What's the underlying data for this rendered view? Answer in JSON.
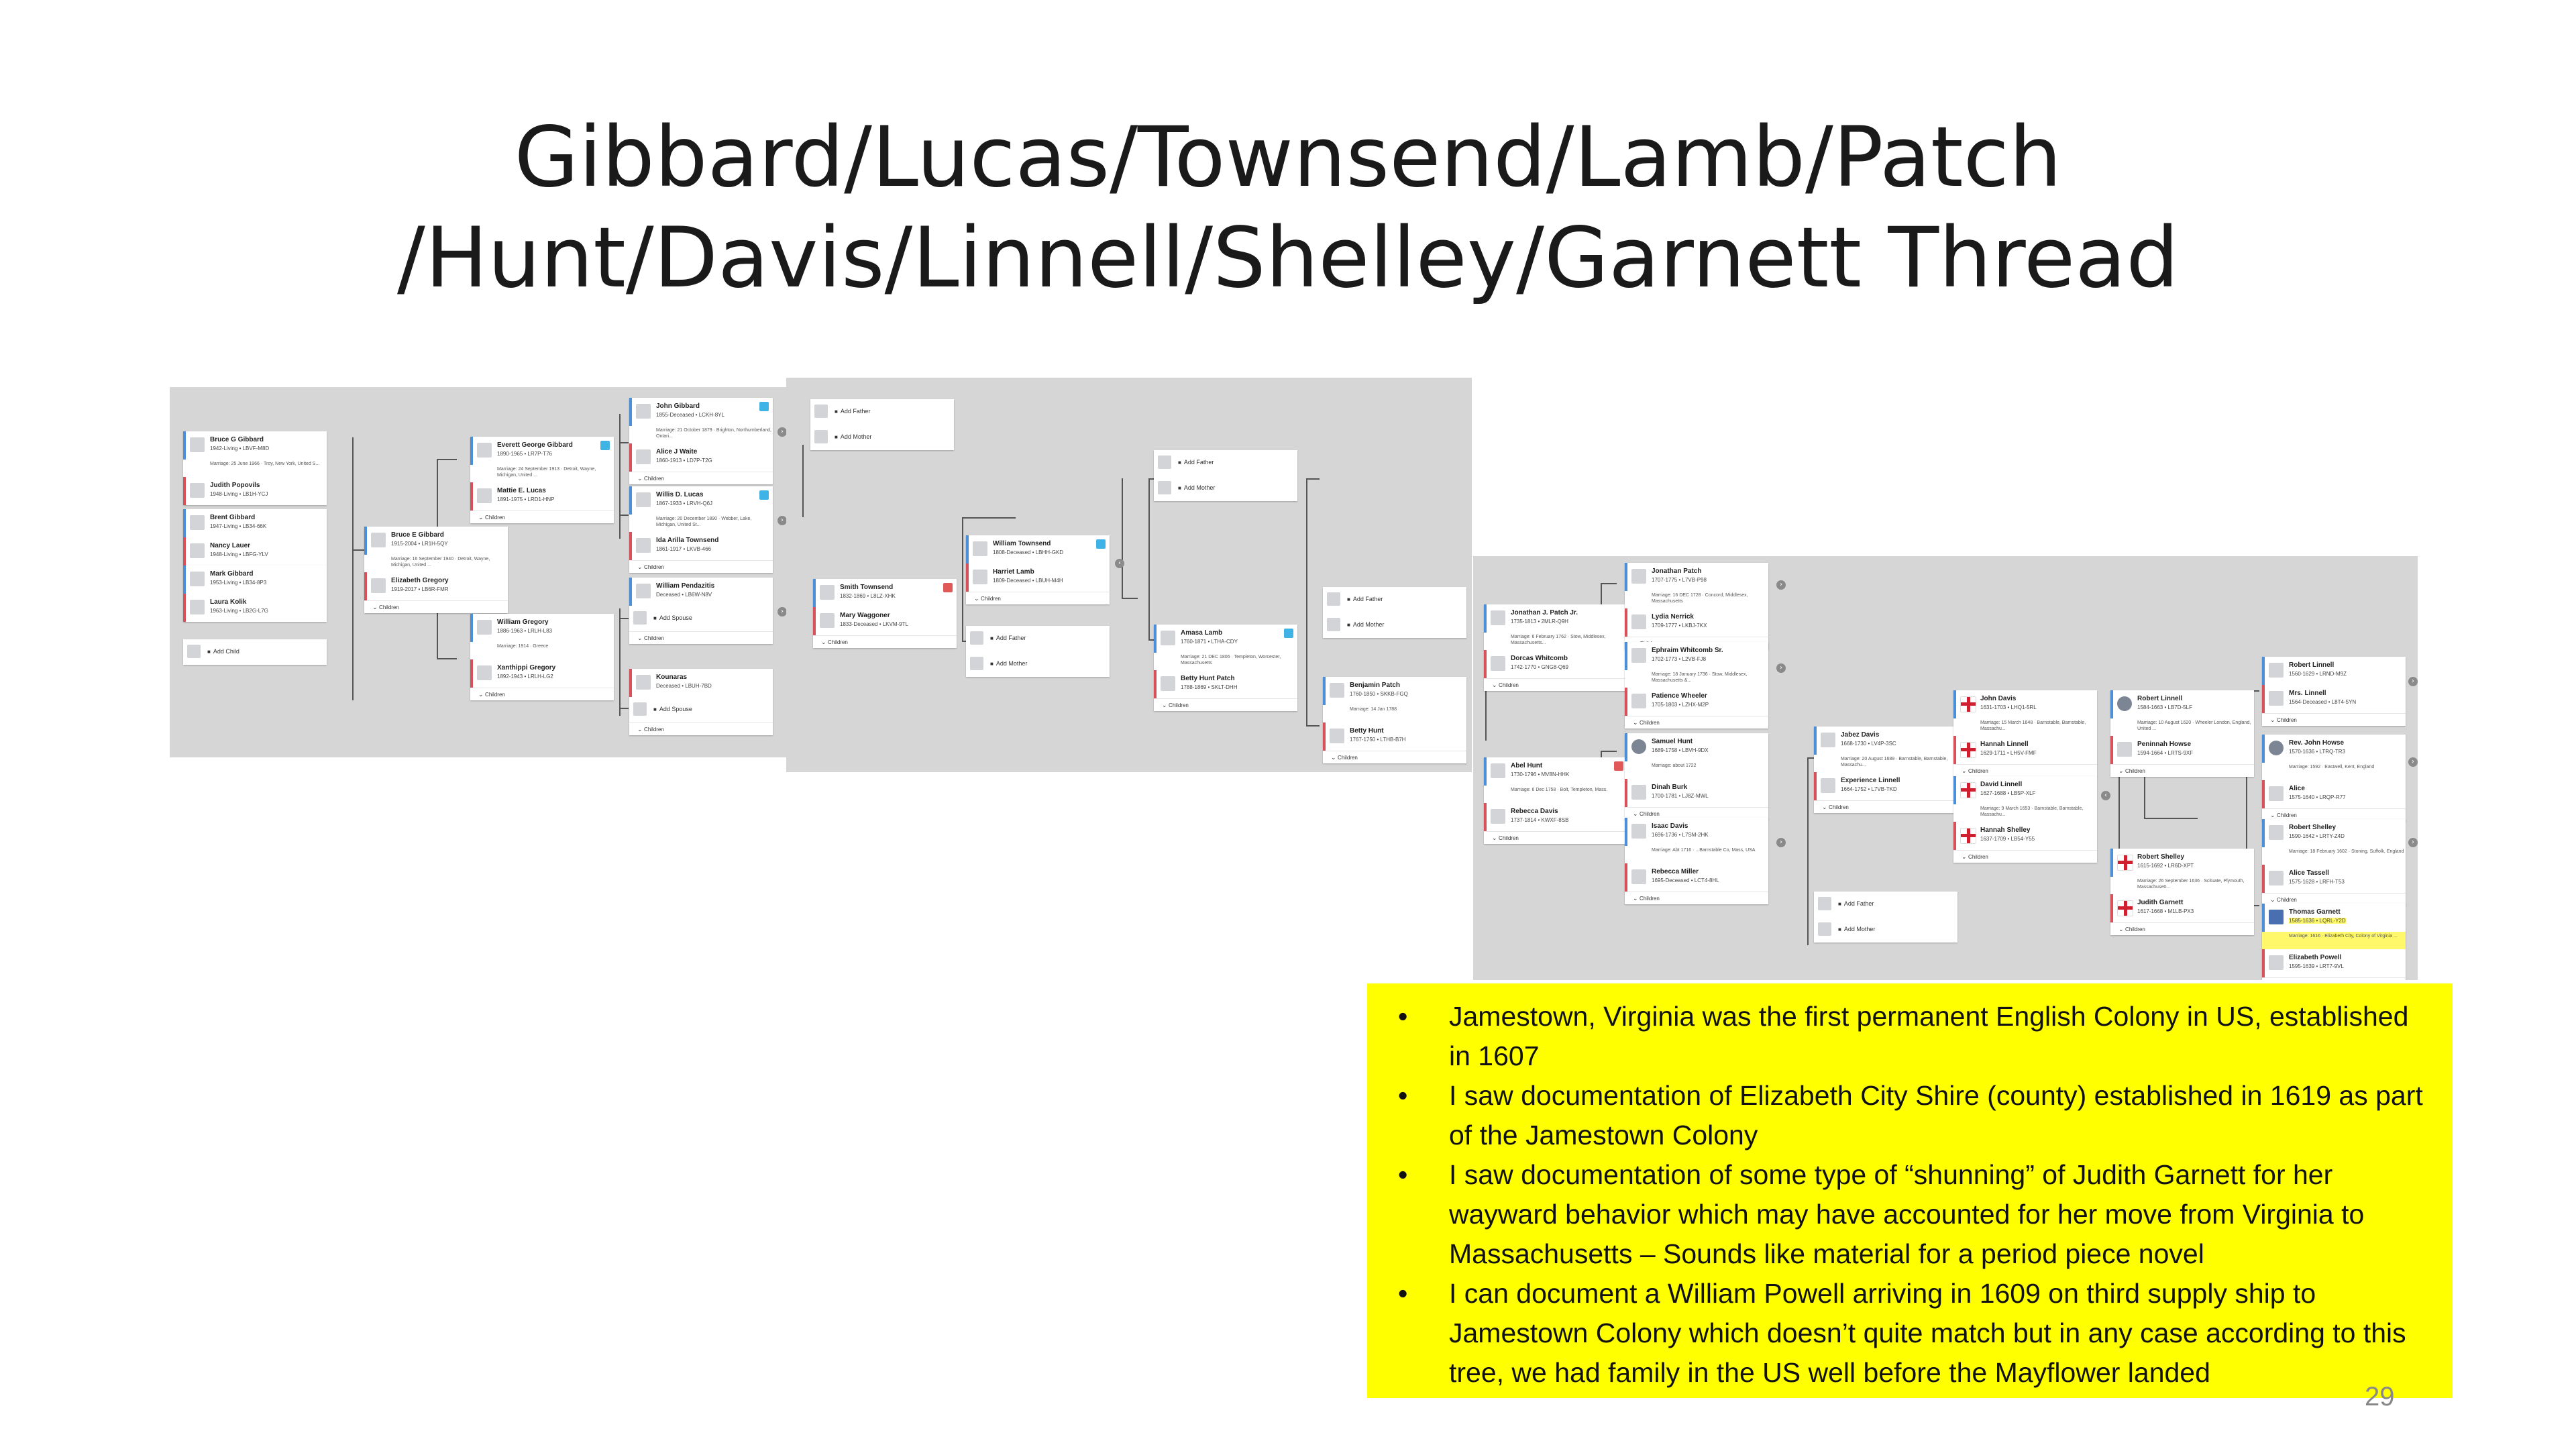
{
  "title": {
    "line1": "Gibbard/Lucas/Townsend/Lamb/Patch",
    "line2": "/Hunt/Davis/Linnell/Shelley/Garnett Thread"
  },
  "tree_a": {
    "children_label": "Children",
    "add_child": "Add Child",
    "add_spouse": "Add Spouse",
    "p1": {
      "name": "Bruce G Gibbard",
      "dates": "1942-Living • LBVF-M8D",
      "marriage": "Marriage: 25 June 1966 · Troy, New York, United S..."
    },
    "p1s": {
      "name": "Judith Popovils",
      "dates": "1948-Living • LB1H-YCJ"
    },
    "p2": {
      "name": "Brent Gibbard",
      "dates": "1947-Living • LB34-66K"
    },
    "p2s": {
      "name": "Nancy Lauer",
      "dates": "1948-Living • LBFG-YLV"
    },
    "p3": {
      "name": "Mark Gibbard",
      "dates": "1953-Living • LB34-8P3"
    },
    "p3s": {
      "name": "Laura Kolik",
      "dates": "1963-Living • LB2G-L7G"
    },
    "fa": {
      "name": "Bruce E Gibbard",
      "dates": "1915-2004 • LR1H-5QY",
      "marriage": "Marriage: 16 September 1940 · Detroit, Wayne, Michigan, United ..."
    },
    "mo": {
      "name": "Elizabeth Gregory",
      "dates": "1919-2017 • LB6R-FMR"
    },
    "gf": {
      "name": "Everett George Gibbard",
      "dates": "1890-1965 • LR7P-T76",
      "marriage": "Marriage: 24 September 1913 · Detroit, Wayne, Michigan, United ..."
    },
    "gm": {
      "name": "Mattie E. Lucas",
      "dates": "1891-1975 • LRD1-HNP"
    },
    "wg": {
      "name": "William Gregory",
      "dates": "1886-1963 • LRLH-L83",
      "marriage": "Marriage: 1914 · Greece"
    },
    "xg": {
      "name": "Xanthippi Gregory",
      "dates": "1892-1943 • LRLH-LG2"
    },
    "jg": {
      "name": "John Gibbard",
      "dates": "1855-Deceased • LCKH-8YL",
      "marriage": "Marriage: 21 October 1879 · Brighton, Northumberland, Ontari..."
    },
    "aw": {
      "name": "Alice J Waite",
      "dates": "1860-1913 • LD7P-T2G"
    },
    "wl": {
      "name": "Willis D. Lucas",
      "dates": "1867-1933 • LRVH-Q6J",
      "marriage": "Marriage: 20 December 1890 · Webber, Lake, Michigan, United St..."
    },
    "it": {
      "name": "Ida Arilla Townsend",
      "dates": "1861-1917 • LKVB-466"
    },
    "wp": {
      "name": "William Pendazitis",
      "dates": "Deceased • LB6W-N8V"
    },
    "ko": {
      "name": "Kounaras",
      "dates": "Deceased • LBUH-7BD"
    }
  },
  "tree_b": {
    "children_label": "Children",
    "add_father": "Add Father",
    "add_mother": "Add Mother",
    "st": {
      "name": "Smith Townsend",
      "dates": "1832-1869 • L8LZ-XHK"
    },
    "mw": {
      "name": "Mary Waggoner",
      "dates": "1833-Deceased • LKVM-9TL"
    },
    "wt": {
      "name": "William Townsend",
      "dates": "1808-Deceased • LBHH-GKD"
    },
    "hl": {
      "name": "Harriet Lamb",
      "dates": "1809-Deceased • LBUH-M4H"
    },
    "al": {
      "name": "Amasa Lamb",
      "dates": "1760-1871 • LTHA-CDY",
      "marriage": "Marriage: 21 DEC 1806 · Templeton, Worcester, Massachusetts"
    },
    "bp": {
      "name": "Betty Hunt Patch",
      "dates": "1788-1869 • SKLT-DHH"
    },
    "bpatch": {
      "name": "Benjamin Patch",
      "dates": "1760-1850 • SKKB-FGQ",
      "marriage": "Marriage: 14 Jan 1788"
    },
    "bhunt": {
      "name": "Betty Hunt",
      "dates": "1767-1750 • LTHB-B7H"
    }
  },
  "tree_c": {
    "children_label": "Children",
    "add_father": "Add Father",
    "add_mother": "Add Mother",
    "jpj": {
      "name": "Jonathan J. Patch Jr.",
      "dates": "1735-1813 • 2MLR-Q9H",
      "marriage": "Marriage: 6 February 1762 · Stow, Middlesex, Massachusetts..."
    },
    "dw": {
      "name": "Dorcas Whitcomb",
      "dates": "1742-1770 • GNG8-Q69"
    },
    "jp": {
      "name": "Jonathan Patch",
      "dates": "1707-1775 • L7VB-P98",
      "marriage": "Marriage: 16 DEC 1728 · Concord, Middlesex, Massachusetts"
    },
    "ln": {
      "name": "Lydia Nerrick",
      "dates": "1709-1777 • LKBJ-7KX"
    },
    "ew": {
      "name": "Ephraim Whitcomb Sr.",
      "dates": "1702-1773 • L2VB-FJ8",
      "marriage": "Marriage: 18 January 1736 · Stow, Middlesex, Massachusetts &..."
    },
    "pw": {
      "name": "Patience Wheeler",
      "dates": "1705-1803 • LZHX-M2P"
    },
    "ah": {
      "name": "Abel Hunt",
      "dates": "1730-1796 • MV8N-HHK",
      "marriage": "Marriage: 6 Dec 1758 · Bolt, Templeton, Mass."
    },
    "rd": {
      "name": "Rebecca Davis",
      "dates": "1737-1814 • KWXF-8SB"
    },
    "sh": {
      "name": "Samuel Hunt",
      "dates": "1689-1758 • LBVH-9DX",
      "marriage": "Marriage: about 1722"
    },
    "db": {
      "name": "Dinah Burk",
      "dates": "1700-1781 • LJ8Z-MWL"
    },
    "id": {
      "name": "Isaac Davis",
      "dates": "1696-1736 • L7SM-2HK",
      "marriage": "Marriage: Abt 1716 · ...Barnstable Co, Mass, USA"
    },
    "rm": {
      "name": "Rebecca Miller",
      "dates": "1695-Deceased • LCT4-8HL"
    },
    "jd": {
      "name": "Jabez Davis",
      "dates": "1668-1730 • LV4P-3SC",
      "marriage": "Marriage: 20 August 1689 · Barnstable, Barnstable, Massachu..."
    },
    "el": {
      "name": "Experience Linnell",
      "dates": "1664-1752 • L7VB-TKD"
    },
    "jdv": {
      "name": "John Davis",
      "dates": "1631-1703 • LHQ1-5RL",
      "marriage": "Marriage: 15 March 1648 · Barnstable, Barnstable, Massachu..."
    },
    "hli": {
      "name": "Hannah Linnell",
      "dates": "1629-1711 • LH5V-FMF"
    },
    "dli": {
      "name": "David Linnell",
      "dates": "1627-1688 • LB5P-XLF",
      "marriage": "Marriage: 9 March 1653 · Barnstable, Barnstable, Massachu..."
    },
    "hs": {
      "name": "Hannah Shelley",
      "dates": "1637-1709 • LB54-Y55"
    },
    "rl": {
      "name": "Robert Linnell",
      "dates": "1584-1663 • LB7D-5LF",
      "marriage": "Marriage: 10 August 1620 · Wheeler London, England, United ..."
    },
    "pho": {
      "name": "Peninnah Howse",
      "dates": "1594-1664 • LRTS-9XF"
    },
    "rs": {
      "name": "Robert Shelley",
      "dates": "1615-1692 • LR6D-XPT",
      "marriage": "Marriage: 26 September 1636 · Scituate, Plymouth, Massachusett..."
    },
    "jga": {
      "name": "Judith Garnett",
      "dates": "1617-1668 • M1LB-PX3"
    },
    "rl2": {
      "name": "Robert Linnell",
      "dates": "1560-1629 • LRND-M9Z"
    },
    "mli": {
      "name": "Mrs. Linnell",
      "dates": "1564-Deceased • L8T4-5YN"
    },
    "jho": {
      "name": "Rev. John Howse",
      "dates": "1570-1636 • LTRQ-TR3",
      "marriage": "Marriage: 1592 · Eastwell, Kent, England"
    },
    "al2": {
      "name": "Alice",
      "dates": "1575-1640 • LRQP-R77"
    },
    "rsh": {
      "name": "Robert Shelley",
      "dates": "1590-1642 • LRTY-Z4D",
      "marriage": "Marriage: 18 February 1602 · Stoning, Suffolk, England"
    },
    "at": {
      "name": "Alice Tassell",
      "dates": "1575-1628 • LRFH-T53"
    },
    "tg": {
      "name": "Thomas Garnett",
      "dates": "1585-1636 • LQRL-Y2D",
      "marriage": "Marriage: 1616 · Elizabeth City, Colony of Virginia ..."
    },
    "ep": {
      "name": "Elizabeth Powell",
      "dates": "1595-1639 • LRT7-9VL"
    }
  },
  "notes": [
    "Jamestown, Virginia was the first permanent English Colony in US, established in 1607",
    "I saw documentation of Elizabeth City Shire (county) established in 1619 as part of the Jamestown Colony",
    "I saw documentation of some type of “shunning” of Judith Garnett for her wayward behavior which may have accounted for her move from Virginia to Massachusetts – Sounds like material for a period piece novel",
    "I can document a William Powell arriving in 1609 on third supply ship to Jamestown Colony which doesn’t quite match but in any case according to this tree, we had family in the US well before the Mayflower landed"
  ],
  "page_number": "29",
  "colors": {
    "note_bg": "#ffff00",
    "tree_bg": "#d6d6d6",
    "male_bar": "#4a8fd8",
    "female_bar": "#d8505a",
    "highlight": "#fff86a"
  }
}
